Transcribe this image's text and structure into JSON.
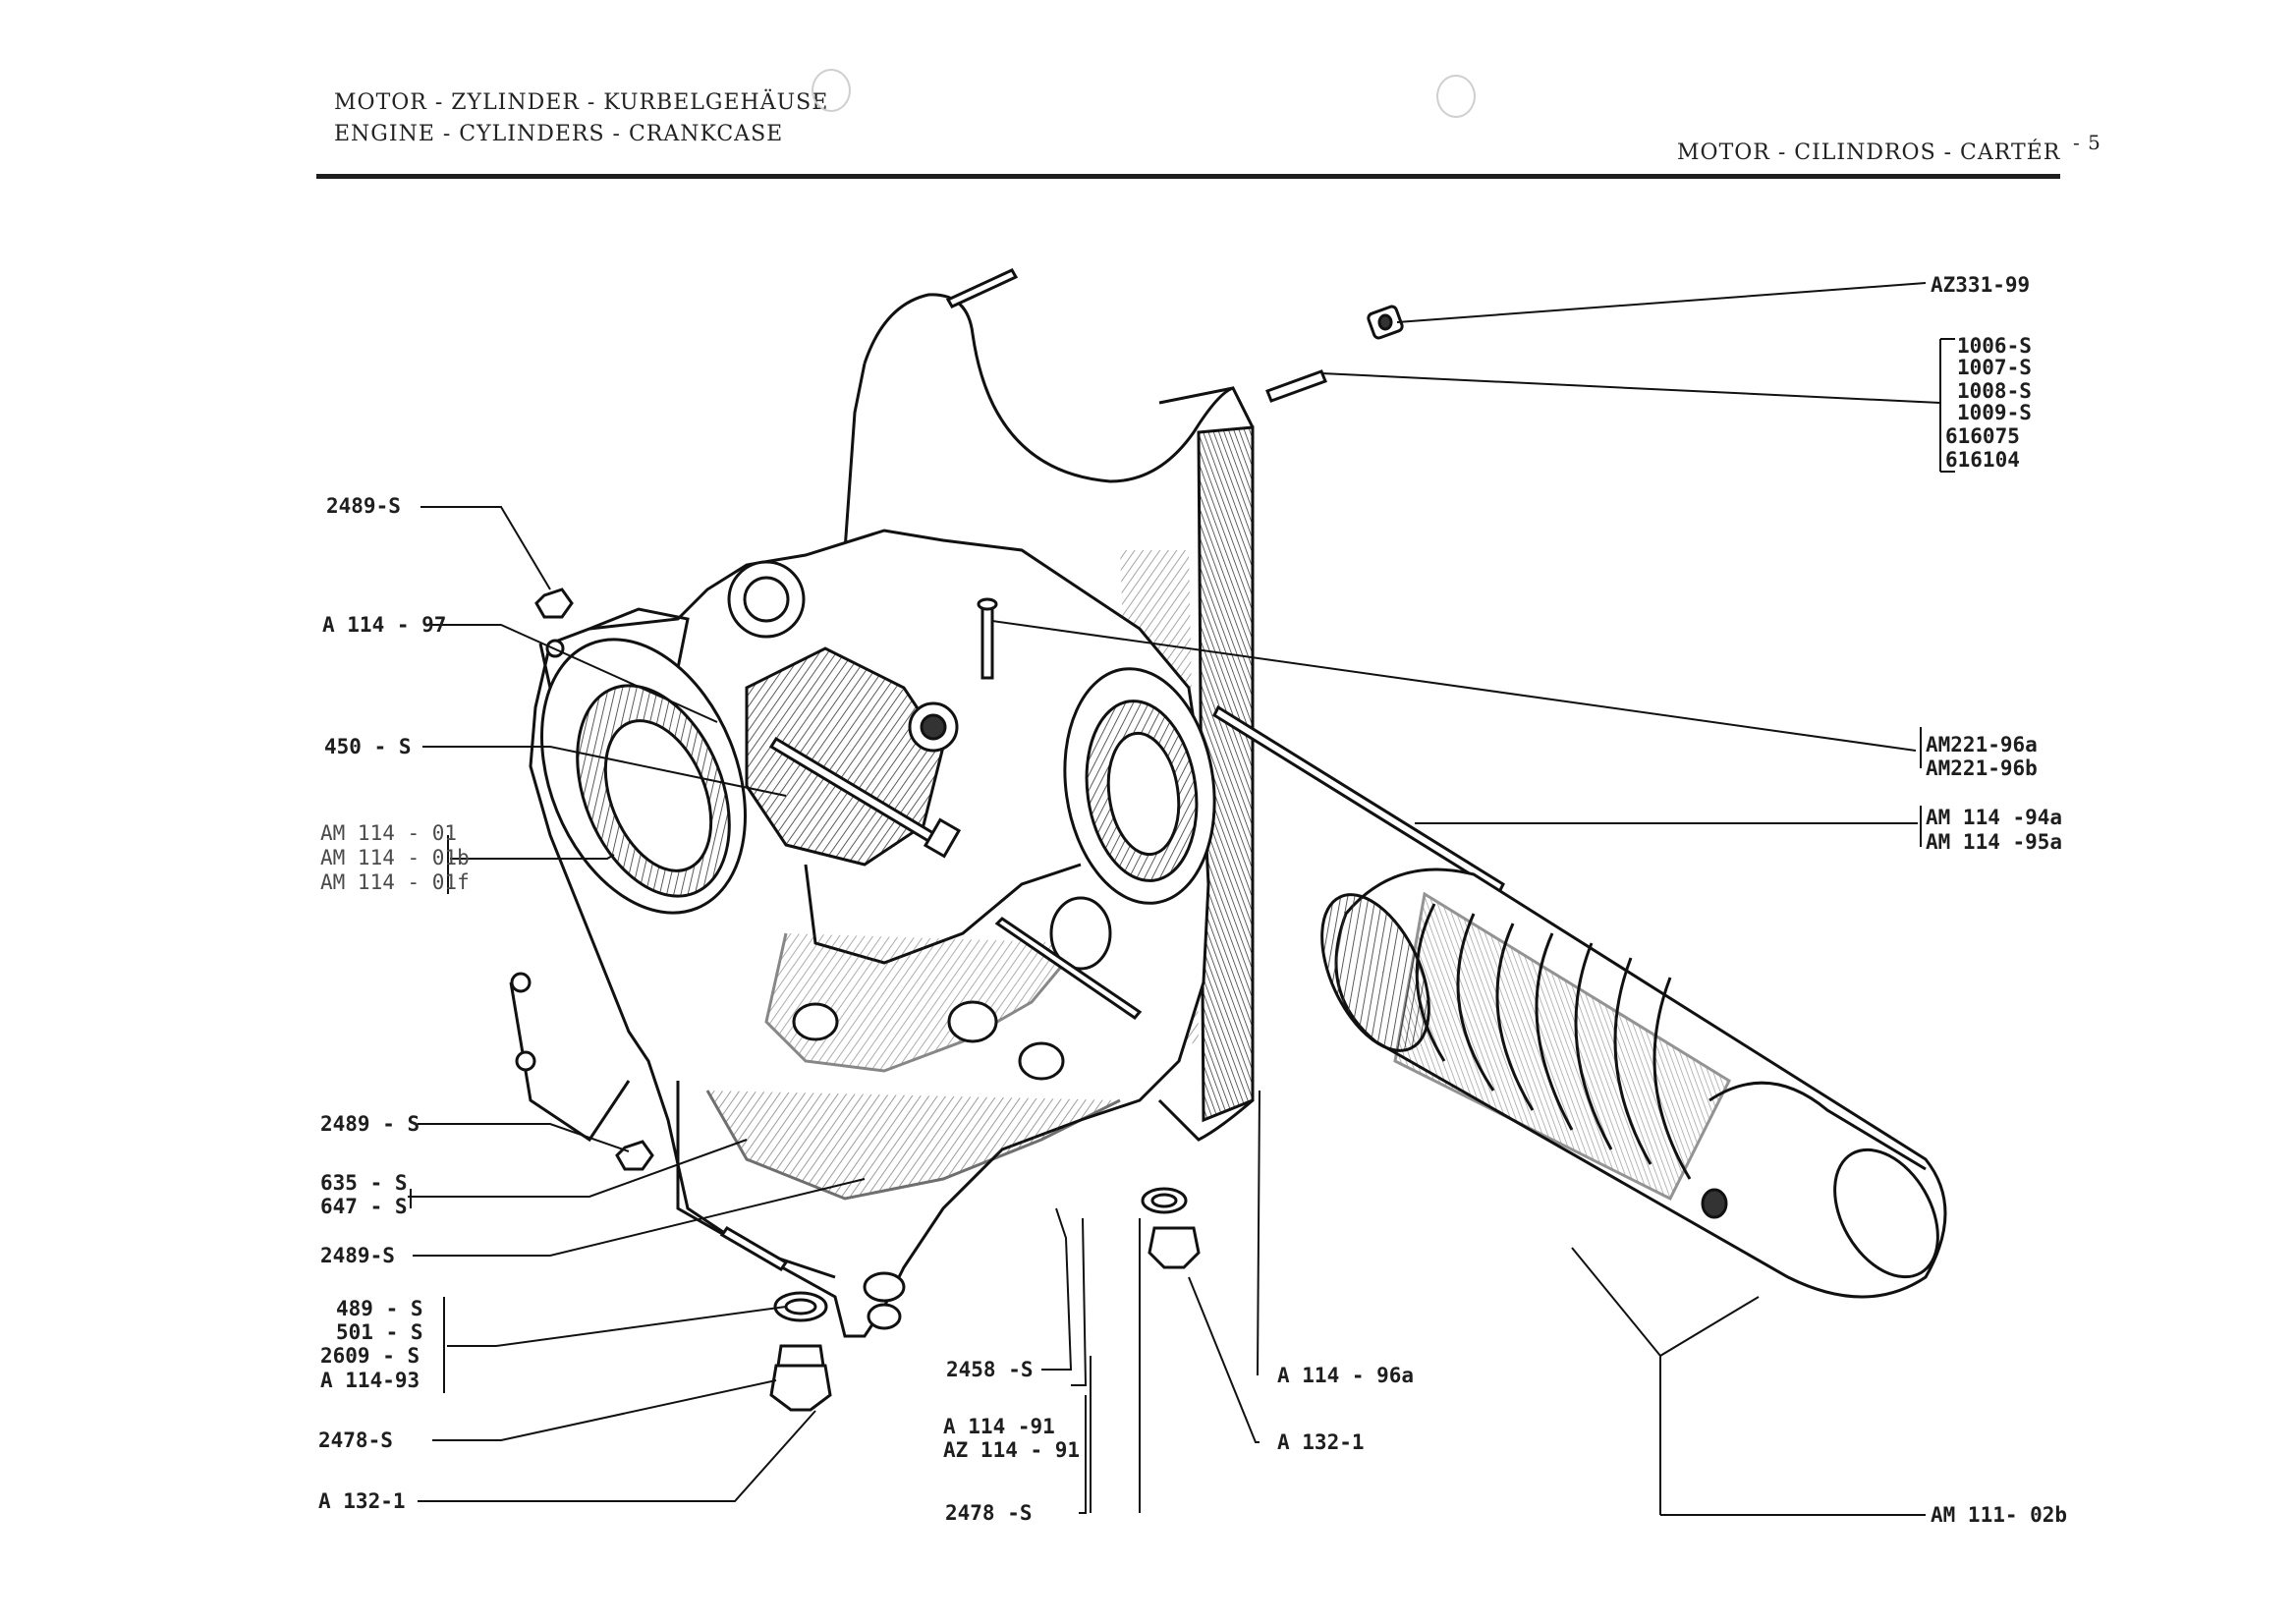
{
  "header": {
    "left_line1": "MOTOR - ZYLINDER - KURBELGEHÄUSE",
    "left_line2": "ENGINE - CYLINDERS - CRANKCASE",
    "right_line": "MOTOR - CILINDROS - CARTÉR",
    "page_number": "- 5"
  },
  "callouts": {
    "az331_99": "AZ331-99",
    "bolt_1006s": "1006-S",
    "bolt_1007s": "1007-S",
    "bolt_1008s": "1008-S",
    "bolt_1009s": "1009-S",
    "bolt_616075": "616075",
    "bolt_616104": "616104",
    "nut_2489s_top": "2489-S",
    "a114_97": "A 114 - 97",
    "s450": "450 - S",
    "am114_01": "AM 114 - 01",
    "am114_01b": "AM 114 - 01b",
    "am114_01f": "AM 114 - 01f",
    "am221_96a": "AM221-96a",
    "am221_96b": "AM221-96b",
    "am114_94a": "AM 114 -94a",
    "am114_95a": "AM 114 -95a",
    "nut_2489s_mid": "2489 - S",
    "s635": "635 - S",
    "s647": "647 - S",
    "nut_2489s_low": "2489-S",
    "s489": "489 - S",
    "s501": "501 - S",
    "s2609": "2609 - S",
    "a114_93": "A 114-93",
    "s2478_left": "2478-S",
    "a132_1_left": "A 132-1",
    "s2458": "2458 -S",
    "a114_91": "A  114 -91",
    "az114_91": "AZ 114 - 91",
    "s2478_bottom": "2478 -S",
    "a114_96a": "A 114 - 96a",
    "a132_1_right": "A 132-1",
    "am111_02b": "AM 111- 02b"
  }
}
